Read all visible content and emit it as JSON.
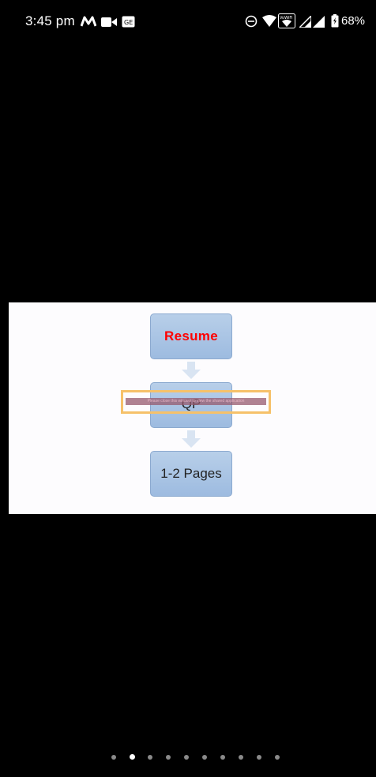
{
  "status_bar": {
    "time": "3:45 pm",
    "battery": "68%",
    "icons": [
      "m-app-icon",
      "video-icon",
      "ge-icon",
      "dnd-icon",
      "wifi-icon",
      "vowifi-icon",
      "signal-icon",
      "signal-icon",
      "battery-icon"
    ]
  },
  "shared_screen": {
    "box1_label": "Resume",
    "box2_label": "QP",
    "box3_label": "1-2 Pages",
    "notice_text": "Please close this window to view the shared application",
    "colors": {
      "resume_text": "#ff0000",
      "box_fill": "#a8c3e4",
      "notice_frame": "#f6c16a"
    }
  },
  "pager": {
    "dot_count": 10,
    "active_index": 1
  }
}
